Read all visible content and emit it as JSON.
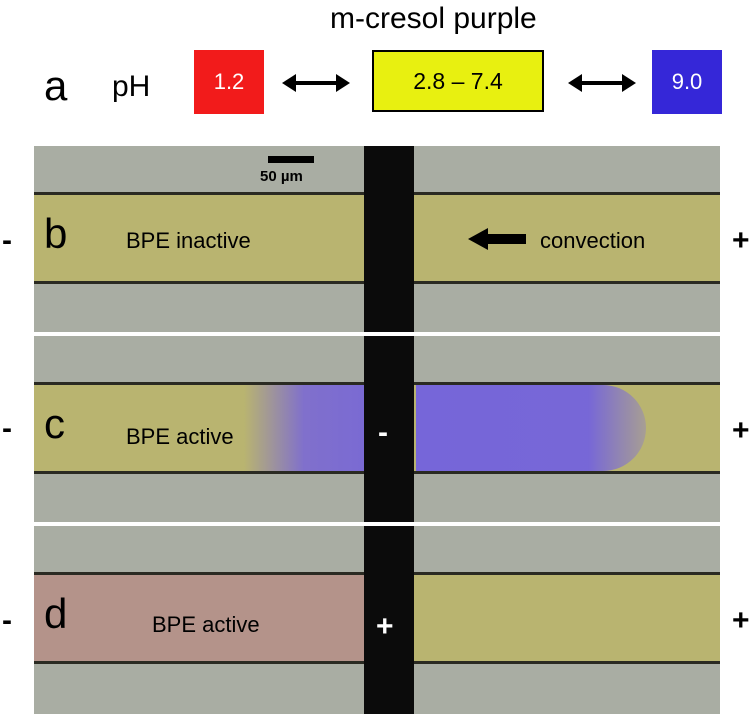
{
  "header": {
    "indicator_name": "m-cresol purple",
    "panel_letter": "a",
    "ph_label": "pH",
    "swatches": [
      {
        "label": "1.2",
        "color": "#f21b1b"
      },
      {
        "label": "2.8 – 7.4",
        "color": "#e8f010"
      },
      {
        "label": "9.0",
        "color": "#3527d8"
      }
    ],
    "arrow_icon": "double-headed-arrow-icon"
  },
  "panels": {
    "b": {
      "letter": "b",
      "caption": "BPE inactive",
      "annotation": "convection",
      "annotation_icon": "left-arrow-icon",
      "left_sign": "-",
      "right_sign": "+",
      "scale_label": "50 µm"
    },
    "c": {
      "letter": "c",
      "caption": "BPE active",
      "electrode_sign": "-",
      "left_sign": "-",
      "right_sign": "+"
    },
    "d": {
      "letter": "d",
      "caption": "BPE active",
      "electrode_sign": "+",
      "left_sign": "-",
      "right_sign": "+"
    }
  },
  "colors": {
    "channel_yellow": "#b9b470",
    "background_grey": "#a9ada3",
    "plume_blue": "#705fe2",
    "plume_pink": "#b4938a",
    "electrode_black": "#0b0b0b"
  }
}
